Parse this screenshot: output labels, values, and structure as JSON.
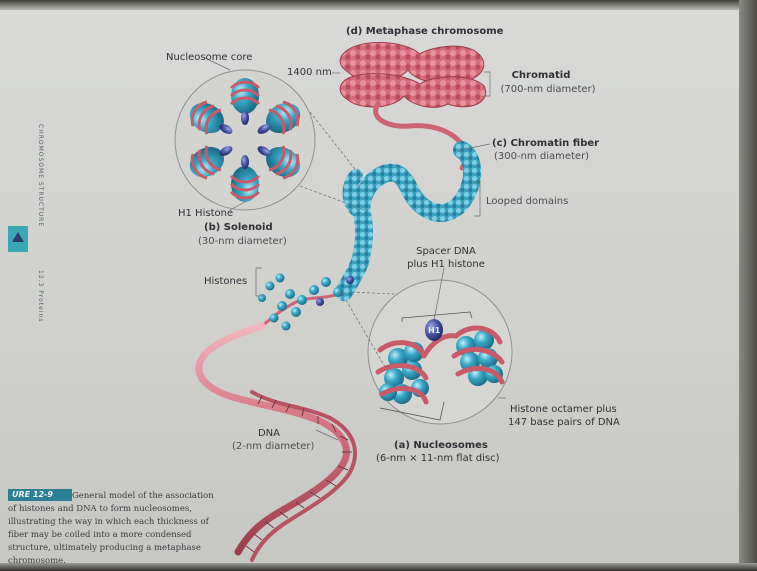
{
  "header": {
    "text": ""
  },
  "labels": {
    "metaphase": "(d) Metaphase chromosome",
    "nucleosome_core": "Nucleosome core",
    "nm1400": "1400 nm",
    "chromatid": "Chromatid",
    "chromatid_diam": "(700-nm diameter)",
    "chromatin_fiber": "(c) Chromatin fiber",
    "chromatin_diam": "(300-nm diameter)",
    "looped_domains": "Looped domains",
    "h1_histone": "H1 Histone",
    "solenoid": "(b) Solenoid",
    "solenoid_diam": "(30-nm diameter)",
    "spacer_dna_1": "Spacer DNA",
    "spacer_dna_2": "plus H1 histone",
    "histones": "Histones",
    "h1_badge": "H1",
    "histone_octamer_1": "Histone octamer plus",
    "histone_octamer_2": "147 base pairs of DNA",
    "dna": "DNA",
    "dna_diam": "(2-nm diameter)",
    "nucleosomes": "(a) Nucleosomes",
    "nucleosomes_diam": "(6-nm × 11-nm flat disc)"
  },
  "side_text": {
    "vertical_1": "CHROMOSOME STRUCTURE",
    "vertical_2": "12.3 Proteins"
  },
  "caption": {
    "tag": "URE 12-9",
    "text": "General model of the association of histones and DNA to form nucleosomes, illustrating the way in which each thickness of fiber may be coiled into a more condensed structure, ultimately producing a metaphase chromosome."
  },
  "colors": {
    "dna_pink": "#d06a78",
    "histone_teal": "#3aa9c7",
    "h1_navy": "#4350a0",
    "text": "#2f3136"
  }
}
